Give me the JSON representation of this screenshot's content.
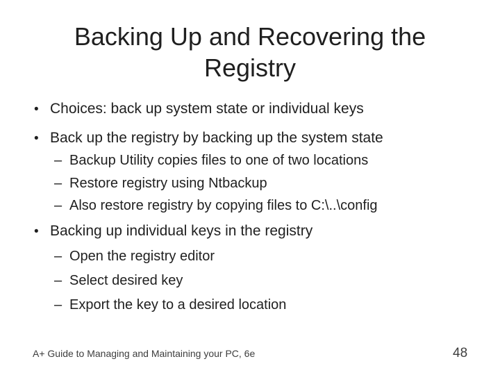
{
  "theme": {
    "background_color": "#ffffff",
    "text_color": "#1f1f1f",
    "footer_color": "#3d3d3d"
  },
  "title": {
    "line1": "Backing Up and Recovering the",
    "line2": "Registry"
  },
  "markers": {
    "level1": "•",
    "level2": "–"
  },
  "content": {
    "items": [
      {
        "level": 1,
        "text": "Choices: back up system state or individual keys"
      },
      {
        "level": 1,
        "text": "Back up the registry by backing up the system state"
      },
      {
        "level": 2,
        "text": "Backup Utility copies files to one of two locations"
      },
      {
        "level": 2,
        "text": "Restore registry using Ntbackup"
      },
      {
        "level": 2,
        "text": "Also restore registry by copying files to C:\\..\\config"
      },
      {
        "level": 1,
        "text": "Backing up individual keys in the registry"
      },
      {
        "level": 2,
        "text": "Open the registry editor"
      },
      {
        "level": 2,
        "text": "Select desired key"
      },
      {
        "level": 2,
        "text": "Export the key to a desired location"
      }
    ]
  },
  "footer": {
    "left_text": "A+ Guide to Managing and Maintaining your PC, 6e",
    "page_number": "48"
  }
}
